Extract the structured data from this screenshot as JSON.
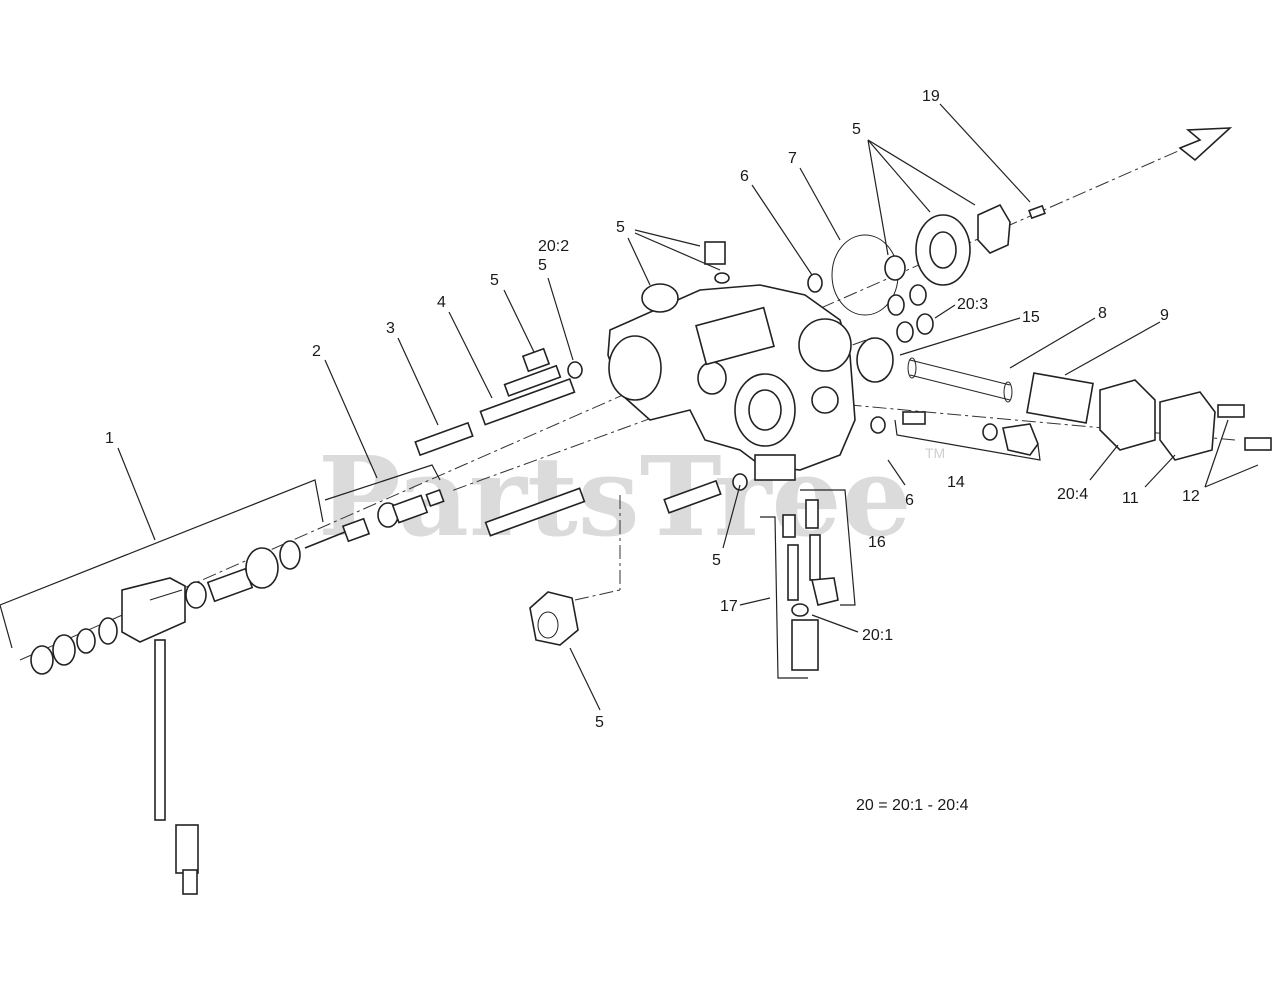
{
  "watermark": {
    "text": "PartsTree",
    "tm": "TM"
  },
  "legend": "20 = 20:1 - 20:4",
  "callouts": [
    {
      "id": "c1",
      "text": "1"
    },
    {
      "id": "c2",
      "text": "2"
    },
    {
      "id": "c3",
      "text": "3"
    },
    {
      "id": "c4",
      "text": "4"
    },
    {
      "id": "c5a",
      "text": "5"
    },
    {
      "id": "c5b",
      "text": "5"
    },
    {
      "id": "c5c",
      "text": "5"
    },
    {
      "id": "c5d",
      "text": "5"
    },
    {
      "id": "c5e",
      "text": "5"
    },
    {
      "id": "c5f",
      "text": "5"
    },
    {
      "id": "c6a",
      "text": "6"
    },
    {
      "id": "c6b",
      "text": "6"
    },
    {
      "id": "c7",
      "text": "7"
    },
    {
      "id": "c8",
      "text": "8"
    },
    {
      "id": "c9",
      "text": "9"
    },
    {
      "id": "c11",
      "text": "11"
    },
    {
      "id": "c12",
      "text": "12"
    },
    {
      "id": "c14",
      "text": "14"
    },
    {
      "id": "c15",
      "text": "15"
    },
    {
      "id": "c16",
      "text": "16"
    },
    {
      "id": "c17",
      "text": "17"
    },
    {
      "id": "c19",
      "text": "19"
    },
    {
      "id": "c201",
      "text": "20:1"
    },
    {
      "id": "c202",
      "text": "20:2"
    },
    {
      "id": "c203",
      "text": "20:3"
    },
    {
      "id": "c204",
      "text": "20:4"
    }
  ]
}
